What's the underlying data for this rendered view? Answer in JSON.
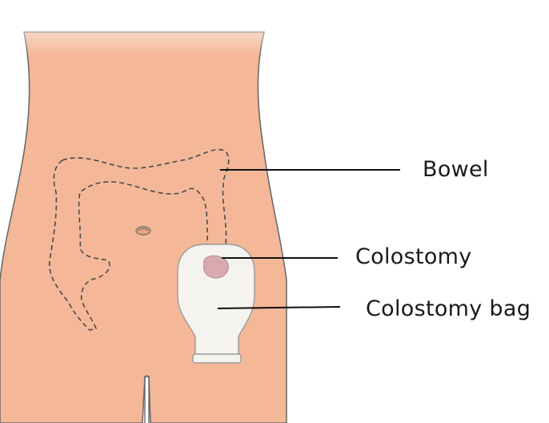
{
  "labels": {
    "bowel": "Bowel",
    "colostomy": "Colostomy",
    "colostomy_bag": "Colostomy bag"
  },
  "colors": {
    "skin": "#f4b898",
    "skin_shadow": "#e9a383",
    "outline": "#6b6b6b",
    "bowel_dash": "#4a4a4a",
    "bag_fill": "#f5f3ef",
    "bag_outline": "#9a9a9a",
    "stoma": "#d9a9b0",
    "leader_line": "#111111",
    "text": "#1a1a1a"
  }
}
